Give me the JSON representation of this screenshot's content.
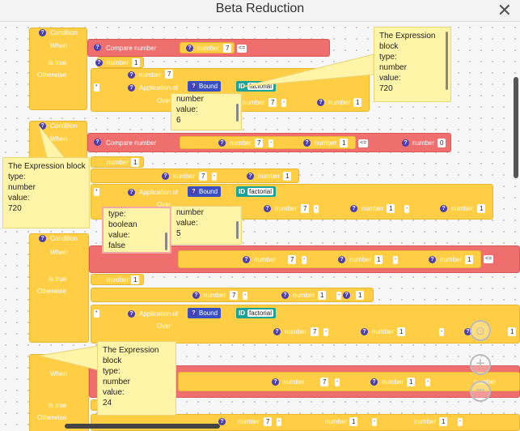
{
  "window": {
    "title": "Beta Reduction",
    "close_icon": "close-icon"
  },
  "labels": {
    "condition": "Condition",
    "when": "When",
    "is_true": "Is true",
    "otherwise": "Otherwise",
    "compare_number": "Compare number",
    "application_of": "Application of",
    "over": "Over",
    "bound": "Bound",
    "id": "ID",
    "factorial": "factorial",
    "number": "number",
    "le": "<=",
    "minus": "-",
    "times": "*",
    "q": "?"
  },
  "values": {
    "seven": "7",
    "one": "1",
    "zero": "0"
  },
  "tooltips": {
    "top_right": [
      "The Expression",
      "block",
      "type:",
      "number",
      "value:",
      "720"
    ],
    "mid_value6": [
      "number",
      "value:",
      "6"
    ],
    "left_720": [
      "The Expression block",
      "type:",
      "number",
      "value:",
      "720"
    ],
    "boolean": [
      "type:",
      "boolean",
      "value:",
      "false"
    ],
    "value5": [
      "number",
      "value:",
      "5"
    ],
    "value24": [
      "The Expression",
      "block",
      "type:",
      "number",
      "value:",
      "24"
    ]
  },
  "colors": {
    "condition": "#ffce45",
    "compare": "#ef6f6f",
    "bound": "#3a4fc2",
    "id": "#1aa39a",
    "tooltip": "#fff4a8"
  }
}
